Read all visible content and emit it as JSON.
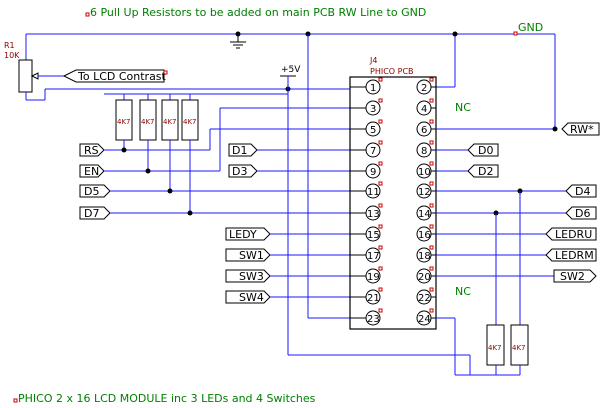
{
  "notes": {
    "top": "6 Pull Up Resistors to be added on main PCB  RW Line to GND",
    "bottom": "PHICO 2 x 16 LCD MODULE inc 3 LEDs and 4 Switches"
  },
  "labels": {
    "gnd": "GND",
    "plus5v": "+5V",
    "r1_ref": "R1",
    "r1_value": "10K",
    "lcd_contrast": "To LCD Contrast",
    "connector_ref": "J4",
    "connector_name": "PHICO  PCB",
    "nc": "NC",
    "resistor_value": "4K7",
    "rw": "RW*"
  },
  "connector": {
    "left_pins": [
      "1",
      "3",
      "5",
      "7",
      "9",
      "11",
      "13",
      "15",
      "17",
      "19",
      "21",
      "23"
    ],
    "right_pins": [
      "2",
      "4",
      "6",
      "8",
      "10",
      "12",
      "14",
      "16",
      "18",
      "20",
      "22",
      "24"
    ]
  },
  "signals": {
    "left": [
      "RS",
      "EN",
      "D5",
      "D7"
    ],
    "mid_left": [
      "D1",
      "D3",
      "LEDY",
      "SW1",
      "SW3",
      "SW4"
    ],
    "right": [
      "D0",
      "D2",
      "D4",
      "D6",
      "LEDRU",
      "LEDRM",
      "SW2"
    ]
  }
}
